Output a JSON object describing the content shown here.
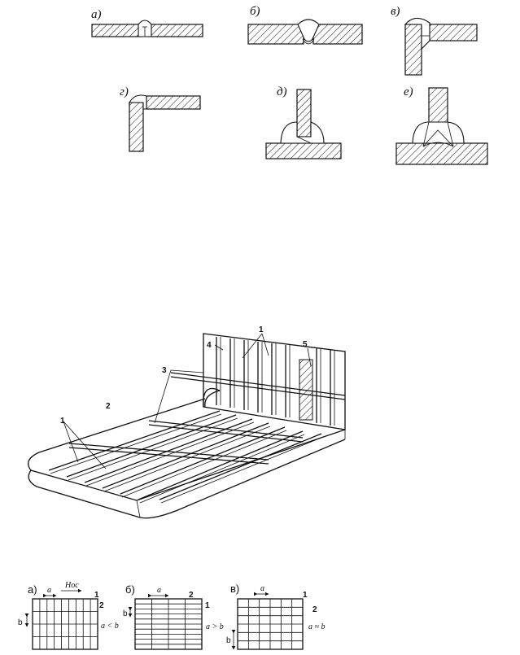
{
  "weld_joints": {
    "labels": [
      "а)",
      "б)",
      "в)",
      "г)",
      "д)",
      "е)"
    ]
  },
  "ship_structure": {
    "callouts": [
      "1",
      "2",
      "3",
      "4",
      "5",
      "1"
    ]
  },
  "framing_systems": {
    "a": {
      "label": "а)",
      "arrow_text": "Нос",
      "spacing_label": "а",
      "b_label": "b",
      "part_1": "1",
      "part_2": "2",
      "relation": "а < b"
    },
    "b": {
      "label": "б)",
      "spacing_label": "а",
      "b_label": "b",
      "part_1": "1",
      "part_2": "2",
      "relation": "а > b"
    },
    "c": {
      "label": "в)",
      "spacing_label": "а",
      "b_label": "b",
      "part_1": "1",
      "part_2": "2",
      "relation": "а ≈ b"
    }
  }
}
